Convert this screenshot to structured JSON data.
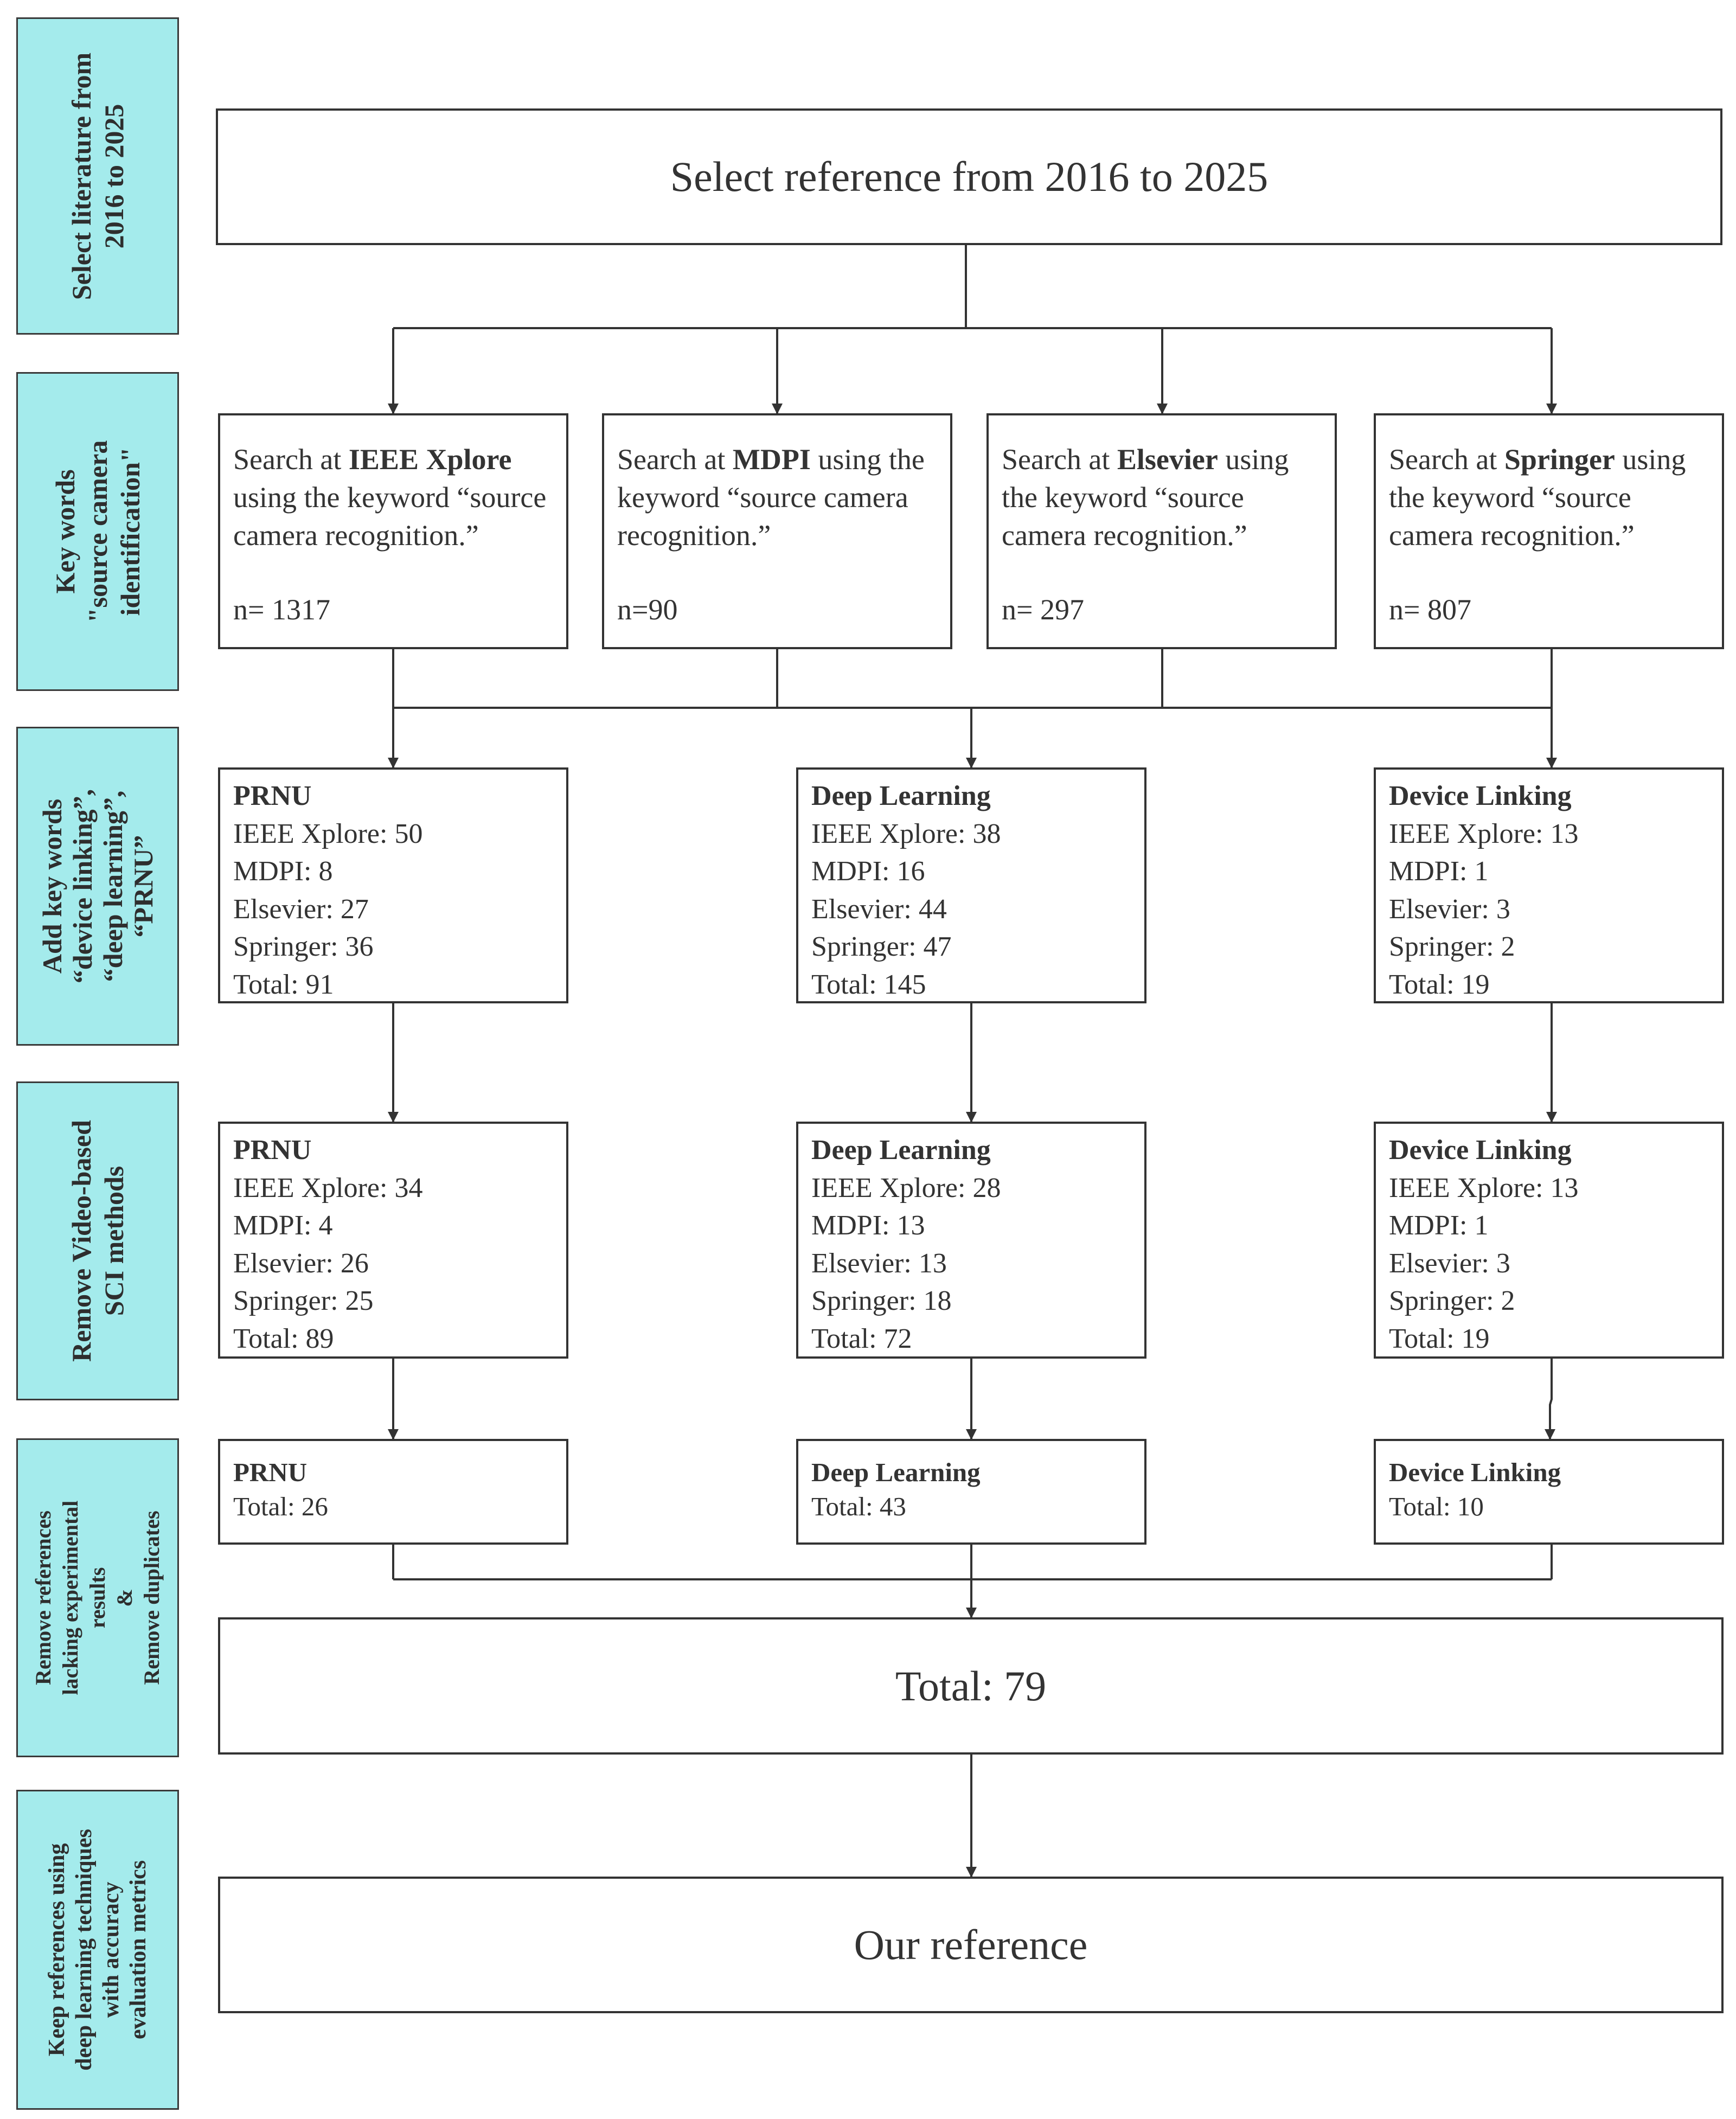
{
  "stages": [
    {
      "lines": [
        "Select literature from",
        "2016 to 2025"
      ]
    },
    {
      "lines": [
        "Key words",
        "\"source camera",
        "identification\""
      ]
    },
    {
      "lines": [
        "Add key words",
        "“device linking”,",
        "“deep learning”,",
        "“PRNU”"
      ]
    },
    {
      "lines": [
        "Remove Video-based",
        "SCI methods"
      ]
    },
    {
      "lines": [
        "Remove references",
        "lacking experimental",
        "results",
        "&",
        "Remove duplicates"
      ]
    },
    {
      "lines": [
        "Keep references using",
        "deep learning techniques",
        "with accuracy",
        "evaluation metrics"
      ]
    }
  ],
  "top_box": {
    "text": "Select reference from 2016 to 2025"
  },
  "search_boxes": [
    {
      "prefix": "Search at ",
      "db": "IEEE Xplore",
      "suffix": "\nusing the keyword “source\ncamera recognition.”",
      "count": "n= 1317"
    },
    {
      "prefix": "Search at ",
      "db": "MDPI",
      "suffix": " using the\nkeyword “source camera\nrecognition.”",
      "count": "n=90"
    },
    {
      "prefix": "Search at ",
      "db": "Elsevier",
      "suffix": " using\nthe keyword “source\ncamera recognition.”",
      "count": "n= 297"
    },
    {
      "prefix": "Search at ",
      "db": "Springer",
      "suffix": " using\nthe keyword “source\ncamera recognition.”",
      "count": "n= 807"
    }
  ],
  "keyword_boxes": [
    {
      "title": "PRNU",
      "lines": [
        "IEEE Xplore: 50",
        "MDPI: 8",
        "Elsevier: 27",
        "Springer: 36",
        "Total: 91"
      ]
    },
    {
      "title": "Deep Learning",
      "lines": [
        "IEEE Xplore: 38",
        "MDPI: 16",
        "Elsevier: 44",
        "Springer: 47",
        "Total: 145"
      ]
    },
    {
      "title": "Device Linking",
      "lines": [
        "IEEE Xplore: 13",
        "MDPI: 1",
        "Elsevier: 3",
        "Springer: 2",
        "Total: 19"
      ]
    }
  ],
  "filtered_boxes": [
    {
      "title": "PRNU",
      "lines": [
        "IEEE Xplore: 34",
        "MDPI: 4",
        "Elsevier: 26",
        "Springer: 25",
        "Total: 89"
      ]
    },
    {
      "title": "Deep Learning",
      "lines": [
        "IEEE Xplore: 28",
        "MDPI: 13",
        "Elsevier: 13",
        "Springer: 18",
        "Total: 72"
      ]
    },
    {
      "title": "Device Linking",
      "lines": [
        "IEEE Xplore: 13",
        "MDPI: 1",
        "Elsevier: 3",
        "Springer: 2",
        "Total: 19"
      ]
    }
  ],
  "final_boxes": [
    {
      "title": "PRNU",
      "total": "Total: 26"
    },
    {
      "title": "Deep Learning",
      "total": "Total: 43"
    },
    {
      "title": "Device Linking",
      "total": "Total: 10"
    }
  ],
  "total_box": {
    "text": "Total: 79"
  },
  "result_box": {
    "text": "Our reference"
  },
  "colors": {
    "stage_fill": "#a4ebec",
    "line": "#333333"
  }
}
